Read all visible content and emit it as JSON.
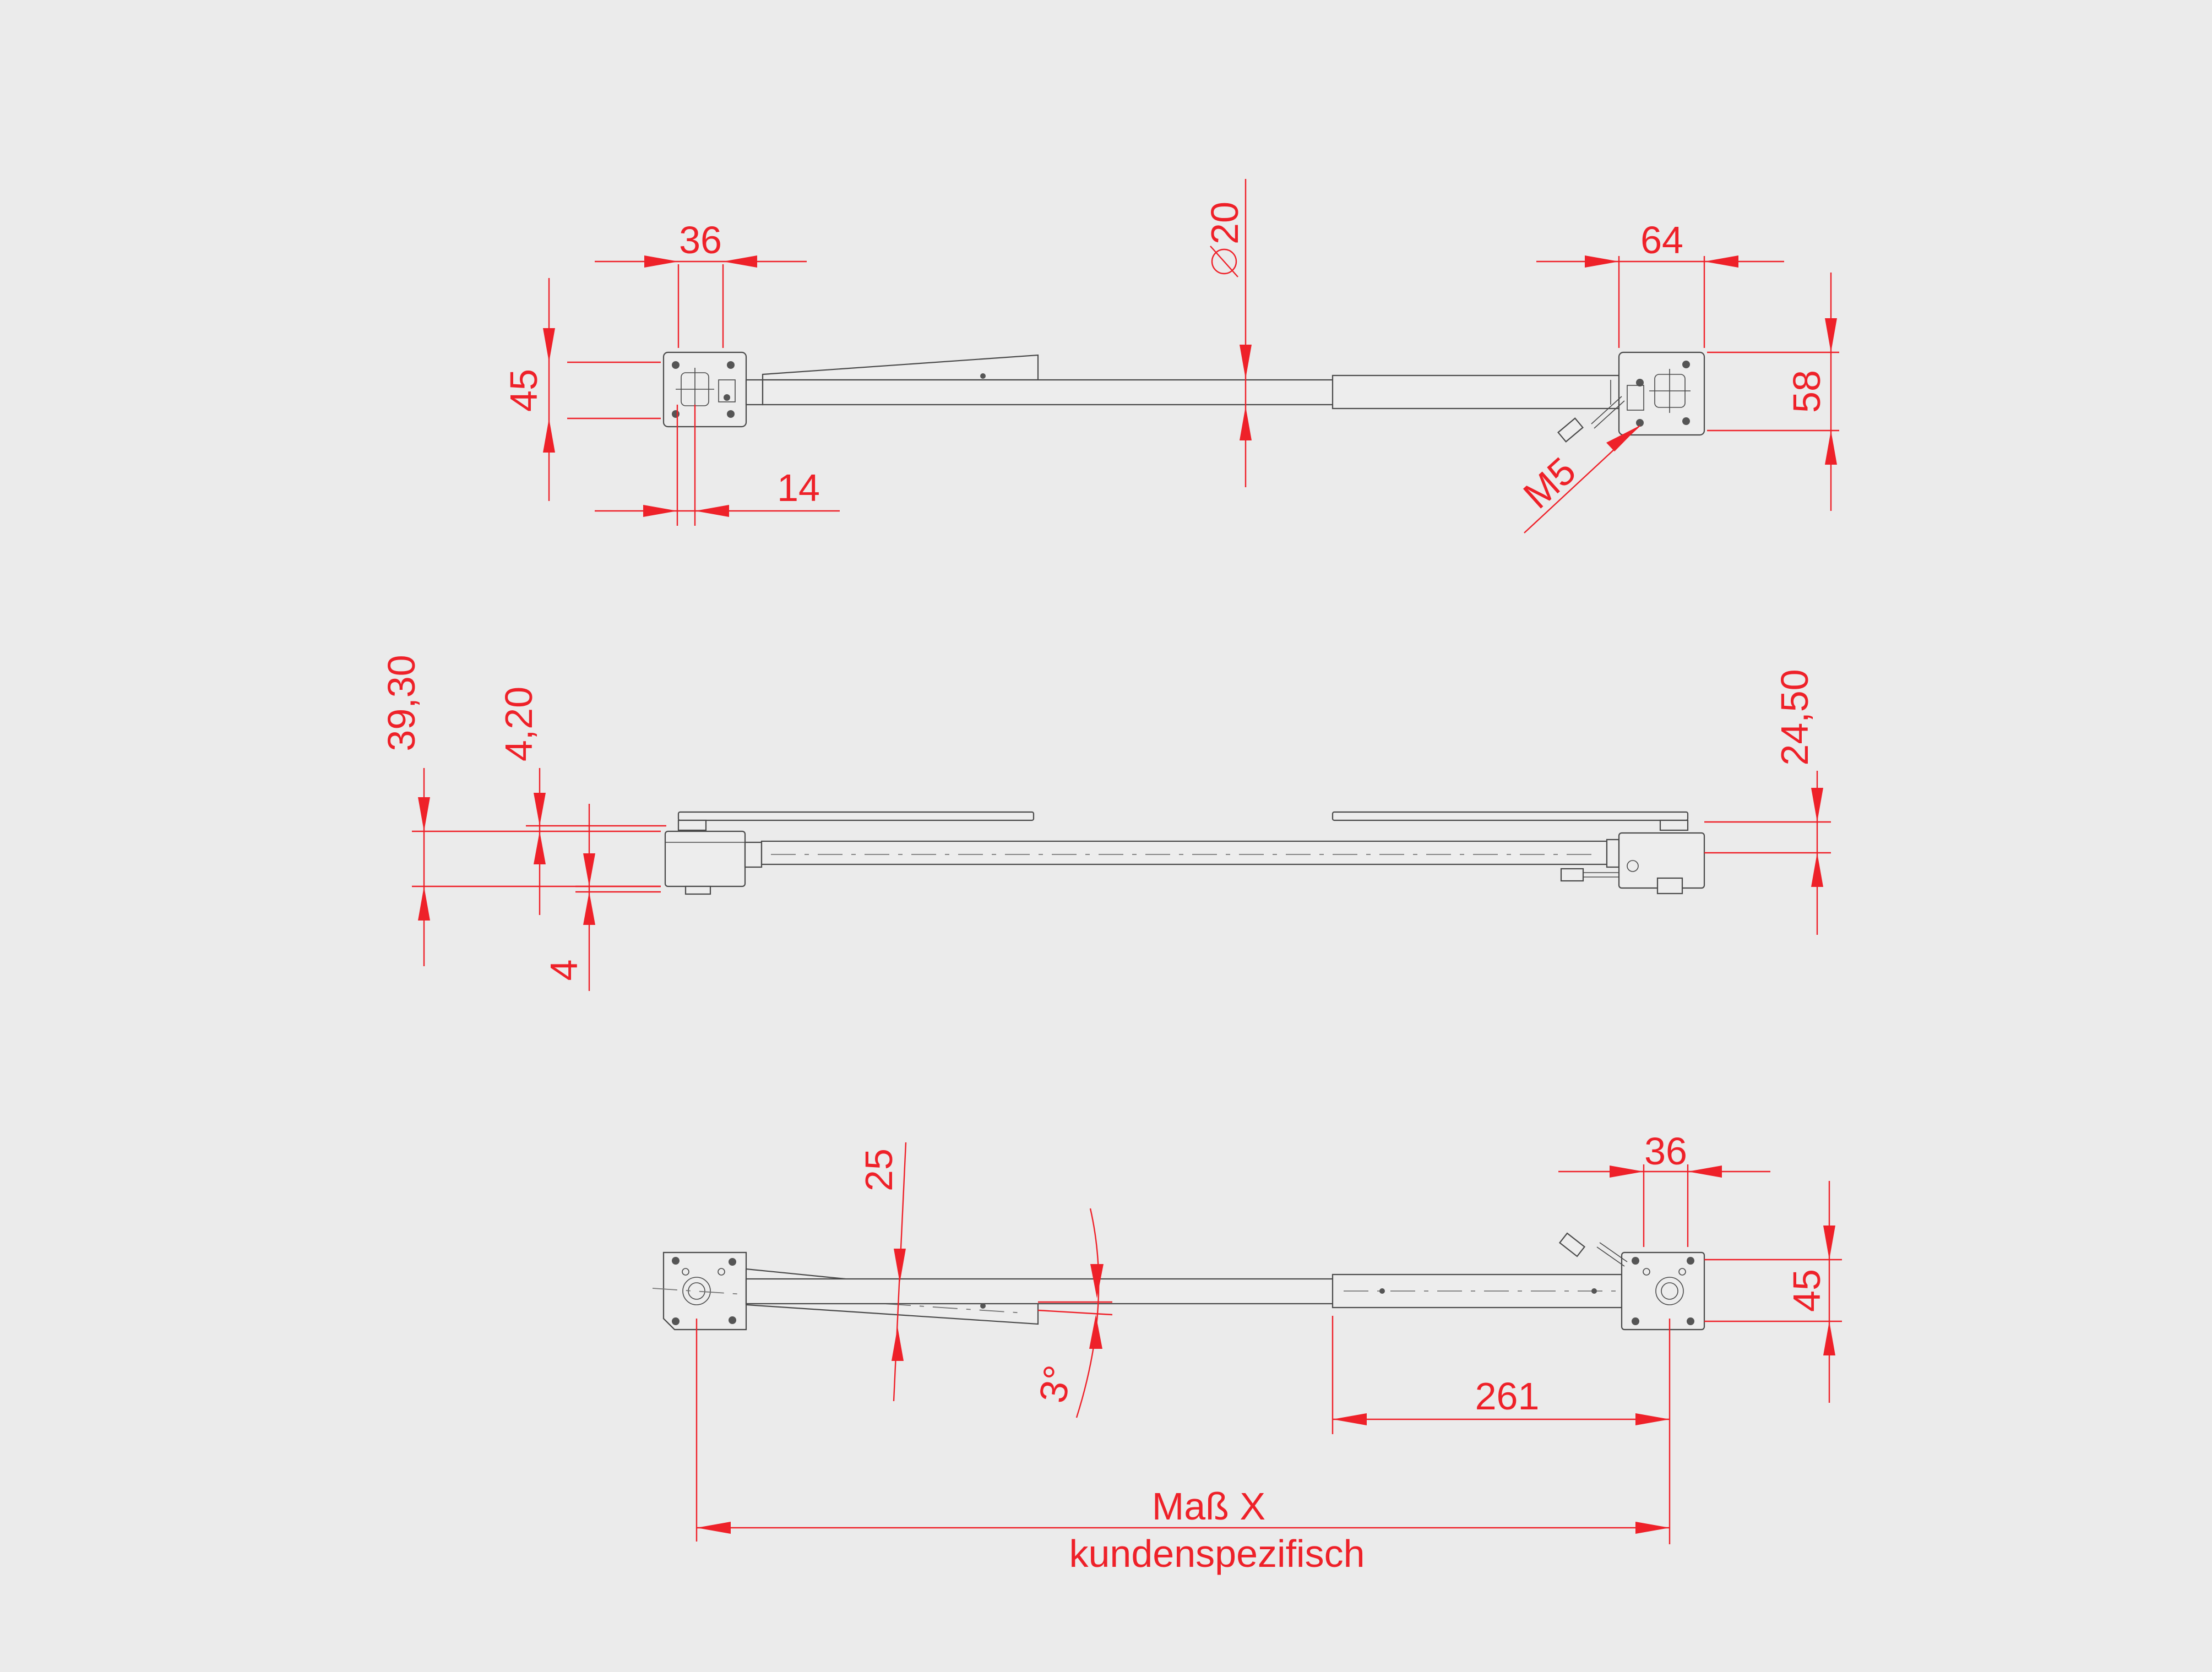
{
  "dimensions": {
    "top_view": {
      "width_left": "36",
      "height_left": "45",
      "offset_left": "14",
      "diameter": "20",
      "width_right": "64",
      "height_right": "58",
      "thread": "M5"
    },
    "side_view": {
      "total_height": "39,30",
      "plate_thickness": "4,20",
      "bottom_offset": "4",
      "right_height": "24,50"
    },
    "bottom_view": {
      "arm_width": "25",
      "angle": "3°",
      "width_right": "36",
      "height_right": "45",
      "slide_length": "261",
      "dimension_x_line1": "Maß X",
      "dimension_x_line2": "kundenspezifisch"
    }
  },
  "colors": {
    "background": "#ebebeb",
    "dimension": "#ee2129",
    "outline": "#4a4a4a"
  }
}
